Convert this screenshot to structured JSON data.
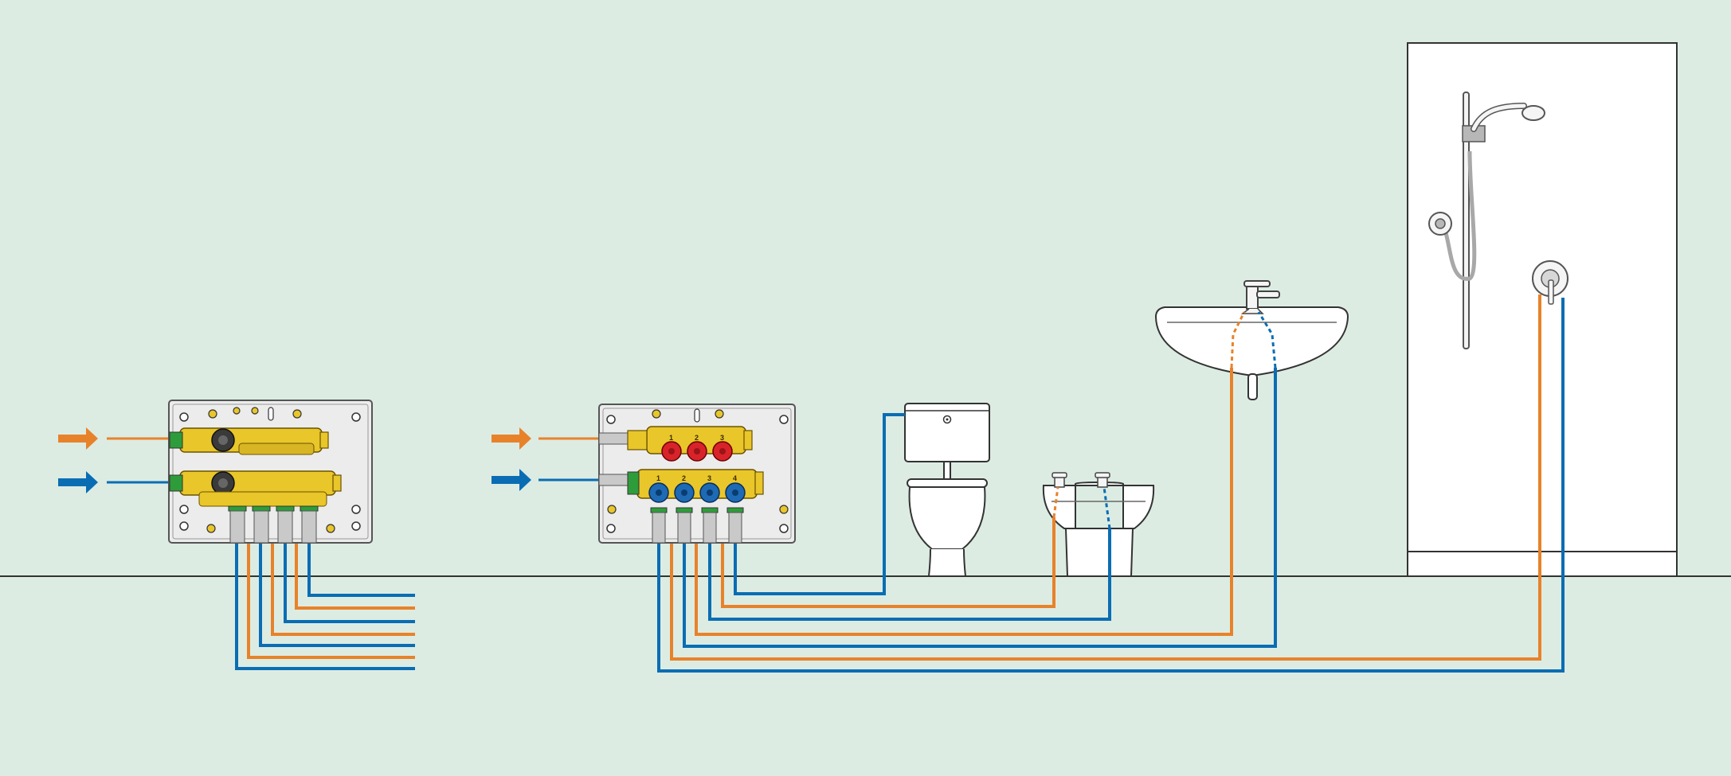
{
  "colors": {
    "background": "#dcece3",
    "hot": "#e8822a",
    "cold": "#0a6db3",
    "manifold": "#e9c62a",
    "hot_valve": "#d8232a",
    "cold_valve": "#1e6ab4",
    "line": "#333333",
    "box": "#ececec"
  },
  "manifold_2": {
    "hot_outlet_numbers": [
      "1",
      "2",
      "3"
    ],
    "cold_outlet_numbers": [
      "1",
      "2",
      "3",
      "4"
    ]
  },
  "icons": [
    "hot-supply-arrow-icon",
    "cold-supply-arrow-icon",
    "toilet-icon",
    "bidet-icon",
    "washbasin-icon",
    "shower-icon"
  ]
}
